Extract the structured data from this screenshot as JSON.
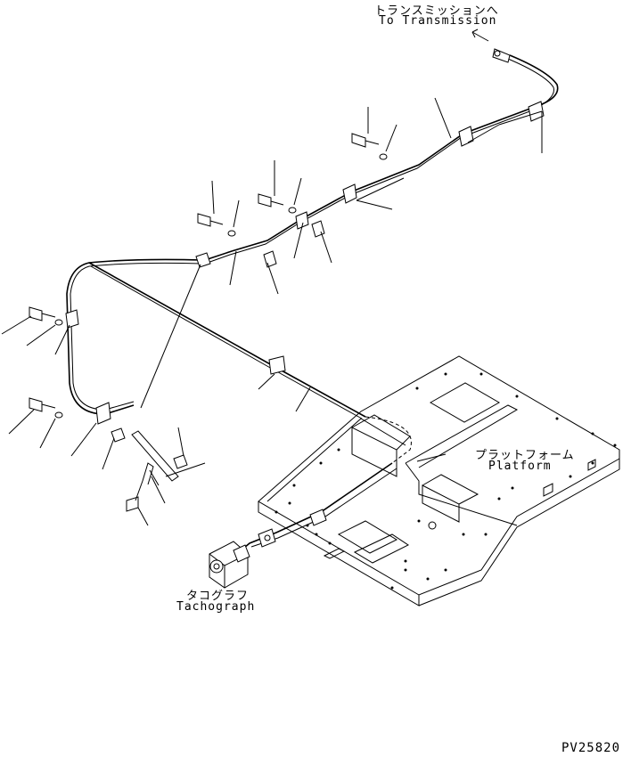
{
  "labels": {
    "transmission_jp": "トランスミッションへ",
    "transmission_en": "To Transmission",
    "platform_jp": "プラットフォーム",
    "platform_en": "Platform",
    "tachograph_jp": "タコグラフ",
    "tachograph_en": "Tachograph",
    "drawing_number": "PV25820"
  }
}
